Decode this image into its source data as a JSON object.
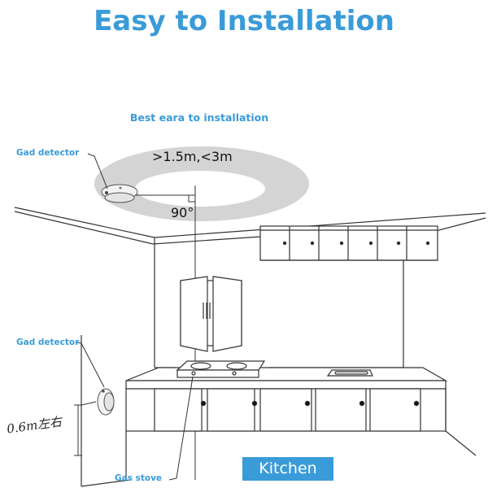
{
  "header": {
    "title": "Easy to Installation"
  },
  "diagram": {
    "subtitle": "Best eara to installation",
    "distance_label": ">1.5m,<3m",
    "angle_label": "90°",
    "ceiling_detector_label": "Gad detector",
    "wall_detector_label": "Gad detector",
    "height_label": "0.6m左右",
    "gas_stove_label": "Gas stove",
    "kitchen_label": "Kitchen"
  },
  "colors": {
    "accent": "#3a9bd9",
    "zone": "#cfcfcf",
    "line": "#333333"
  }
}
